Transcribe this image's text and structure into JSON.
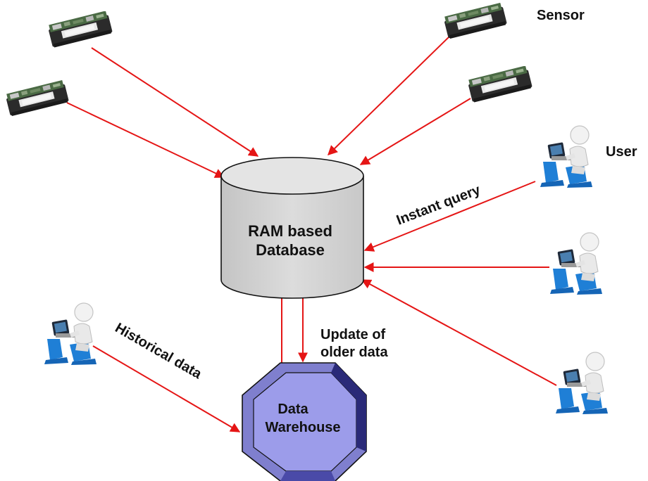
{
  "labels": {
    "sensor": "Sensor",
    "user": "User",
    "ram_db_line1": "RAM based",
    "ram_db_line2": "Database",
    "instant_query": "Instant query",
    "historical_data": "Historical data",
    "update_line1": "Update of",
    "update_line2": "older data",
    "warehouse_line1": "Data",
    "warehouse_line2": "Warehouse"
  },
  "icons": {
    "sensor": "sensor-board-icon",
    "user": "user-at-laptop-icon"
  },
  "colors": {
    "arrow": "#e51515",
    "cylinder_fill": "#d4d4d4",
    "warehouse_fill": "#8f8fe0",
    "user_blue": "#1f7fd6"
  }
}
